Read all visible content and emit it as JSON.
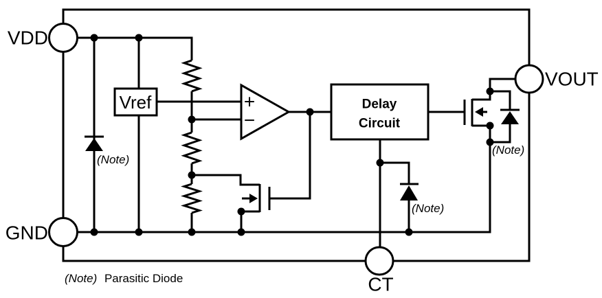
{
  "diagram": {
    "pins": {
      "vdd": "VDD",
      "gnd": "GND",
      "vout": "VOUT",
      "ct": "CT"
    },
    "blocks": {
      "vref_label": "Vref",
      "delay_line1": "Delay",
      "delay_line2": "Circuit"
    },
    "comparator": {
      "plus_label": "+",
      "minus_label": "−"
    },
    "parasitic_diode_notes": {
      "left": "(Note)",
      "middle": "(Note)",
      "output": "(Note)"
    },
    "footnote": {
      "marker": "(Note)",
      "text": "Parasitic Diode"
    },
    "colors": {
      "line": "#000000",
      "background": "#ffffff"
    }
  }
}
